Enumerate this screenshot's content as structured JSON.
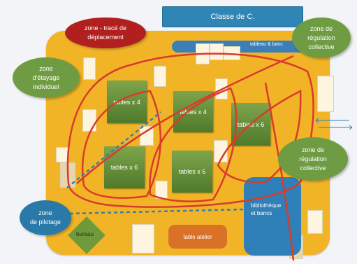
{
  "title": "Classe de C.",
  "tableau_label": "tableau & banc",
  "tables": [
    {
      "label": "tables x 4"
    },
    {
      "label": "tables x 4"
    },
    {
      "label": "tables x 6"
    },
    {
      "label": "tables x 6"
    },
    {
      "label": "tables x 6"
    }
  ],
  "bibliotheque_label": "bibliothèque\net bancs",
  "table_atelier_label": "table atelier",
  "bureau_label": "bureau",
  "bubbles": {
    "deplacement": "zone - tracé de\ndéplacement",
    "etayage": "zone\nd'étayage\nindividuel",
    "regulation_top": "zone de\nrégulation\ncollective",
    "regulation_bottom": "zone de\nrégulation\ncollective",
    "pilotage": "zone\nde pilotage"
  },
  "colors": {
    "floor": "#f2b427",
    "route": "#d93b2b",
    "dashed_path": "#3c7ea6",
    "table_green": "#5f8c37",
    "blue": "#2f7fb8",
    "red_bubble": "#b21f1f",
    "green_bubble": "#6f9c43"
  }
}
